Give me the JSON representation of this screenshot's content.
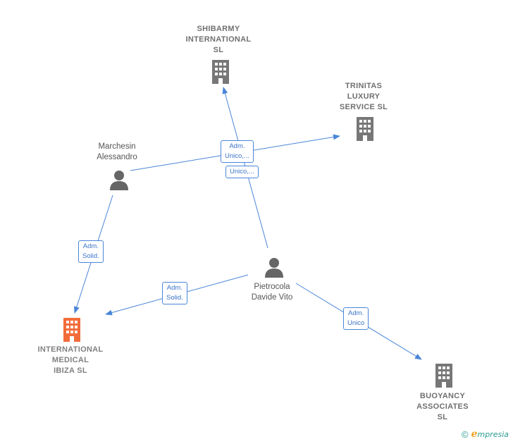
{
  "colors": {
    "edge": "#4a86d8",
    "company": "#777777",
    "highlight": "#f26c3a",
    "person": "#666666"
  },
  "nodes": {
    "shibarmy": {
      "label": [
        "SHIBARMY",
        "INTERNATIONAL",
        "SL"
      ]
    },
    "trinitas": {
      "label": [
        "TRINITAS",
        "LUXURY",
        "SERVICE  SL"
      ]
    },
    "marchesin": {
      "label": [
        "Marchesin",
        "Alessandro"
      ]
    },
    "pietrocola": {
      "label": [
        "Pietrocola",
        "Davide Vito"
      ]
    },
    "international": {
      "label": [
        "INTERNATIONAL",
        "MEDICAL",
        "IBIZA  SL"
      ]
    },
    "buoyancy": {
      "label": [
        "BUOYANCY",
        "ASSOCIATES",
        "SL"
      ]
    }
  },
  "edges": {
    "e1": [
      "Adm.",
      "Unico,..."
    ],
    "e2": [
      "Unico,..."
    ],
    "e3": [
      "Adm.",
      "Solid."
    ],
    "e4": [
      "Adm.",
      "Solid."
    ],
    "e5": [
      "Adm.",
      "Unico"
    ]
  },
  "footer": {
    "copyright": "©",
    "brand_first": "e",
    "brand_rest": "mpresia"
  }
}
